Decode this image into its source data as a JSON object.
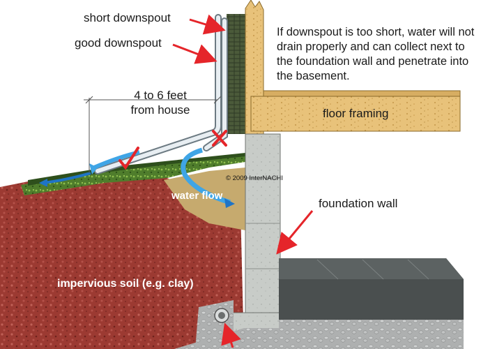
{
  "labels": {
    "short_downspout": "short downspout",
    "good_downspout": "good downspout",
    "distance_line1": "4 to 6 feet",
    "distance_line2": "from house",
    "note": "If downspout is too short, water will not drain properly and can collect next to the foundation wall and penetrate into the basement.",
    "floor_framing": "floor framing",
    "foundation_wall": "foundation wall",
    "water_flow": "water flow",
    "impervious_soil": "impervious soil (e.g. clay)",
    "copyright": "© 2009 InterNACHI"
  },
  "colors": {
    "soil": "#9c3a32",
    "grass": "#4f7d2c",
    "wood": "#e8c27a",
    "concrete": "#c8ccc8",
    "gravel": "#aeb0b0",
    "slab": "#4a4f4f",
    "water": "#3fa5e6",
    "arrow": "#e5252a",
    "check": "#e5252a"
  },
  "icons": {
    "good_mark": "check-mark-icon",
    "bad_mark": "x-mark-icon"
  }
}
